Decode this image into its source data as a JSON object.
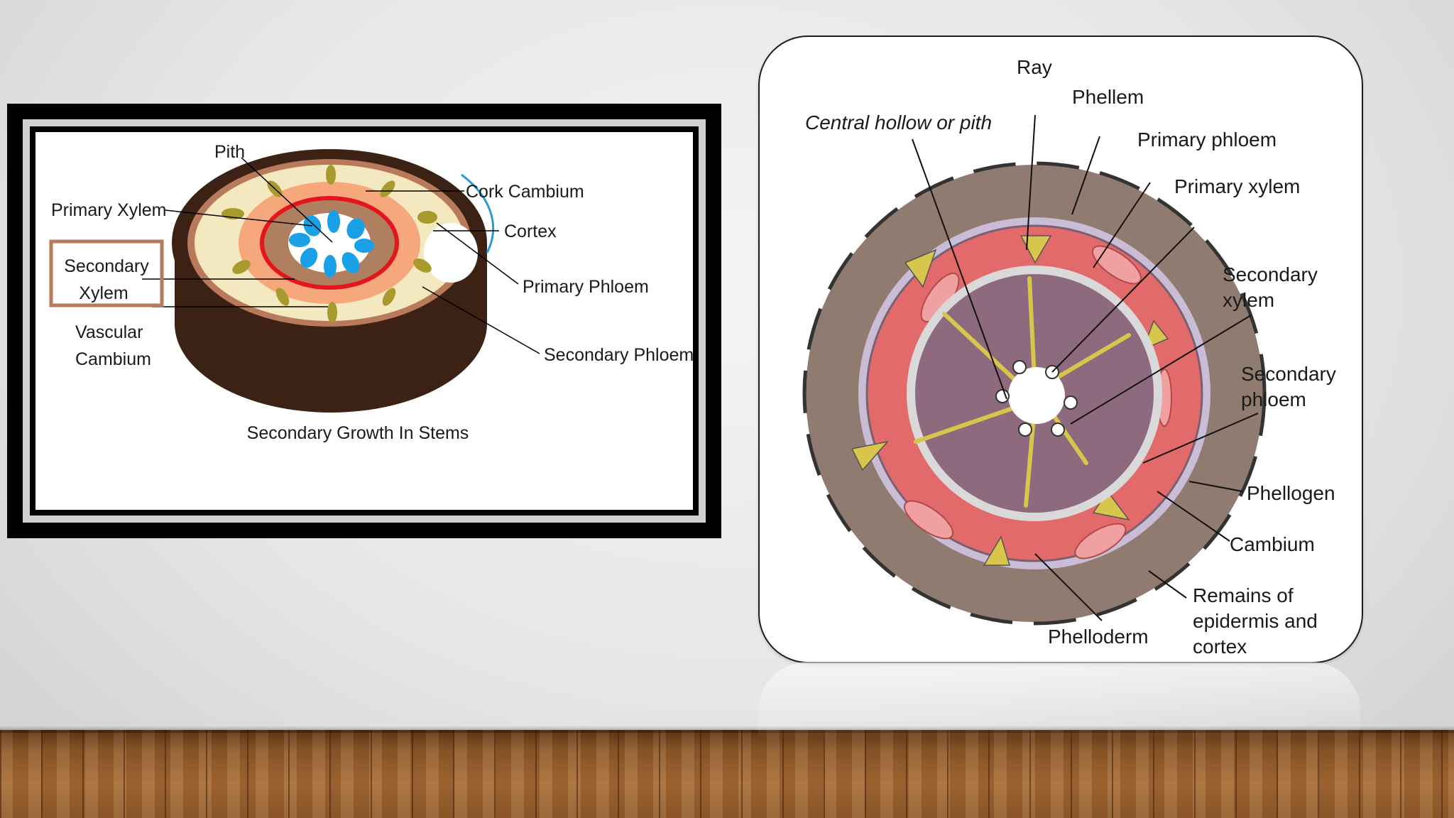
{
  "left_diagram": {
    "caption": "Secondary Growth In Stems",
    "labels": {
      "pith": "Pith",
      "primary_xylem": "Primary Xylem",
      "secondary_xylem_line1": "Secondary",
      "secondary_xylem_line2": "Xylem",
      "vascular_cambium_line1": "Vascular",
      "vascular_cambium_line2": "Cambium",
      "cork_cambium": "Cork Cambium",
      "cortex": "Cortex",
      "primary_phloem": "Primary Phloem",
      "secondary_phloem": "Secondary Phloem"
    },
    "colors": {
      "bark": "#3b2215",
      "cork_layer": "#b87a5a",
      "cortex": "#f3e8bf",
      "phloem": "#f7a77c",
      "cambium_ring": "#e3161e",
      "xylem": "#b07f5f",
      "primary_xylem": "#1aa0e6",
      "primary_phloem": "#a89a2c",
      "highlight_box": "#b87a5a"
    }
  },
  "right_diagram": {
    "labels": {
      "ray": "Ray",
      "phellem": "Phellem",
      "central_hollow": "Central hollow or pith",
      "primary_phloem": "Primary phloem",
      "primary_xylem": "Primary xylem",
      "secondary_xylem_line1": "Secondary",
      "secondary_xylem_line2": "xylem",
      "secondary_phloem_line1": "Secondary",
      "secondary_phloem_line2": "phloem",
      "phellogen": "Phellogen",
      "cambium": "Cambium",
      "remains_line1": "Remains of",
      "remains_line2": "epidermis and",
      "remains_line3": "cortex",
      "phelloderm": "Phelloderm"
    },
    "colors": {
      "phellem": "#8f7b70",
      "phellogen": "#c9bcd6",
      "secondary_phloem": "#e26a6a",
      "cambium": "#d9d9d9",
      "secondary_xylem": "#8d6a7e",
      "ray": "#d8c64c"
    }
  }
}
